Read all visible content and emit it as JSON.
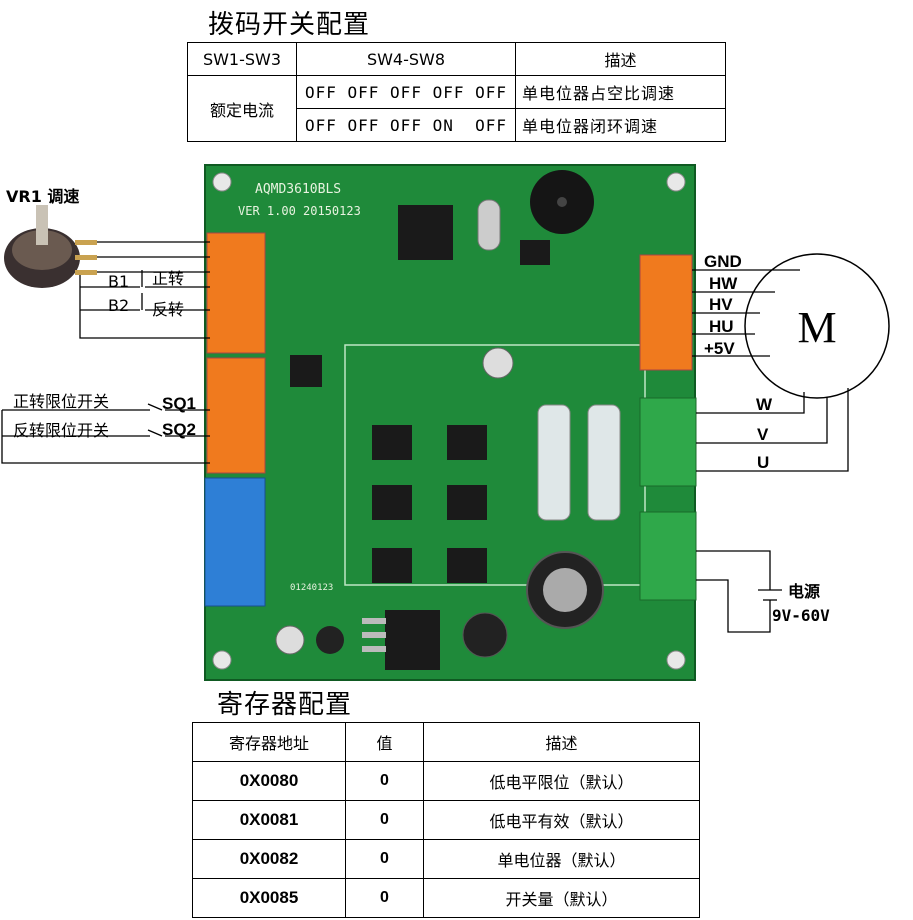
{
  "dip_section": {
    "title": "拨码开关配置",
    "header": [
      "SW1-SW3",
      "SW4-SW8",
      "描述"
    ],
    "group_label": "额定电流",
    "rows": [
      {
        "switches": "OFF OFF OFF OFF OFF",
        "desc": "单电位器占空比调速"
      },
      {
        "switches": "OFF OFF OFF ON  OFF",
        "desc": "单电位器闭环调速"
      }
    ]
  },
  "board": {
    "model": "AQMD3610BLS",
    "version": "VER 1.00 20150123",
    "serial": "01240123"
  },
  "left_labels": {
    "vr1": "VR1 调速",
    "b1": "B1",
    "b1_text": "正转",
    "b2": "B2",
    "b2_text": "反转",
    "fwd_limit": "正转限位开关",
    "sq1": "SQ1",
    "rev_limit": "反转限位开关",
    "sq2": "SQ2"
  },
  "right_labels": {
    "gnd": "GND",
    "hw": "HW",
    "hv": "HV",
    "hu": "HU",
    "v5": "+5V",
    "motor": "M",
    "w": "W",
    "v": "V",
    "u": "U",
    "power": "电源",
    "power_range": "9V-60V"
  },
  "reg_section": {
    "title": "寄存器配置",
    "header": [
      "寄存器地址",
      "值",
      "描述"
    ],
    "rows": [
      {
        "addr": "0X0080",
        "val": "0",
        "desc": "低电平限位（默认）"
      },
      {
        "addr": "0X0081",
        "val": "0",
        "desc": "低电平有效（默认）"
      },
      {
        "addr": "0X0082",
        "val": "0",
        "desc": "单电位器（默认）"
      },
      {
        "addr": "0X0085",
        "val": "0",
        "desc": "开关量（默认）"
      }
    ]
  },
  "colors": {
    "pcb": "#1f8a3a",
    "terminal_orange": "#f07a1e",
    "terminal_green": "#2fa84a",
    "dip_blue": "#2e7fd6"
  }
}
